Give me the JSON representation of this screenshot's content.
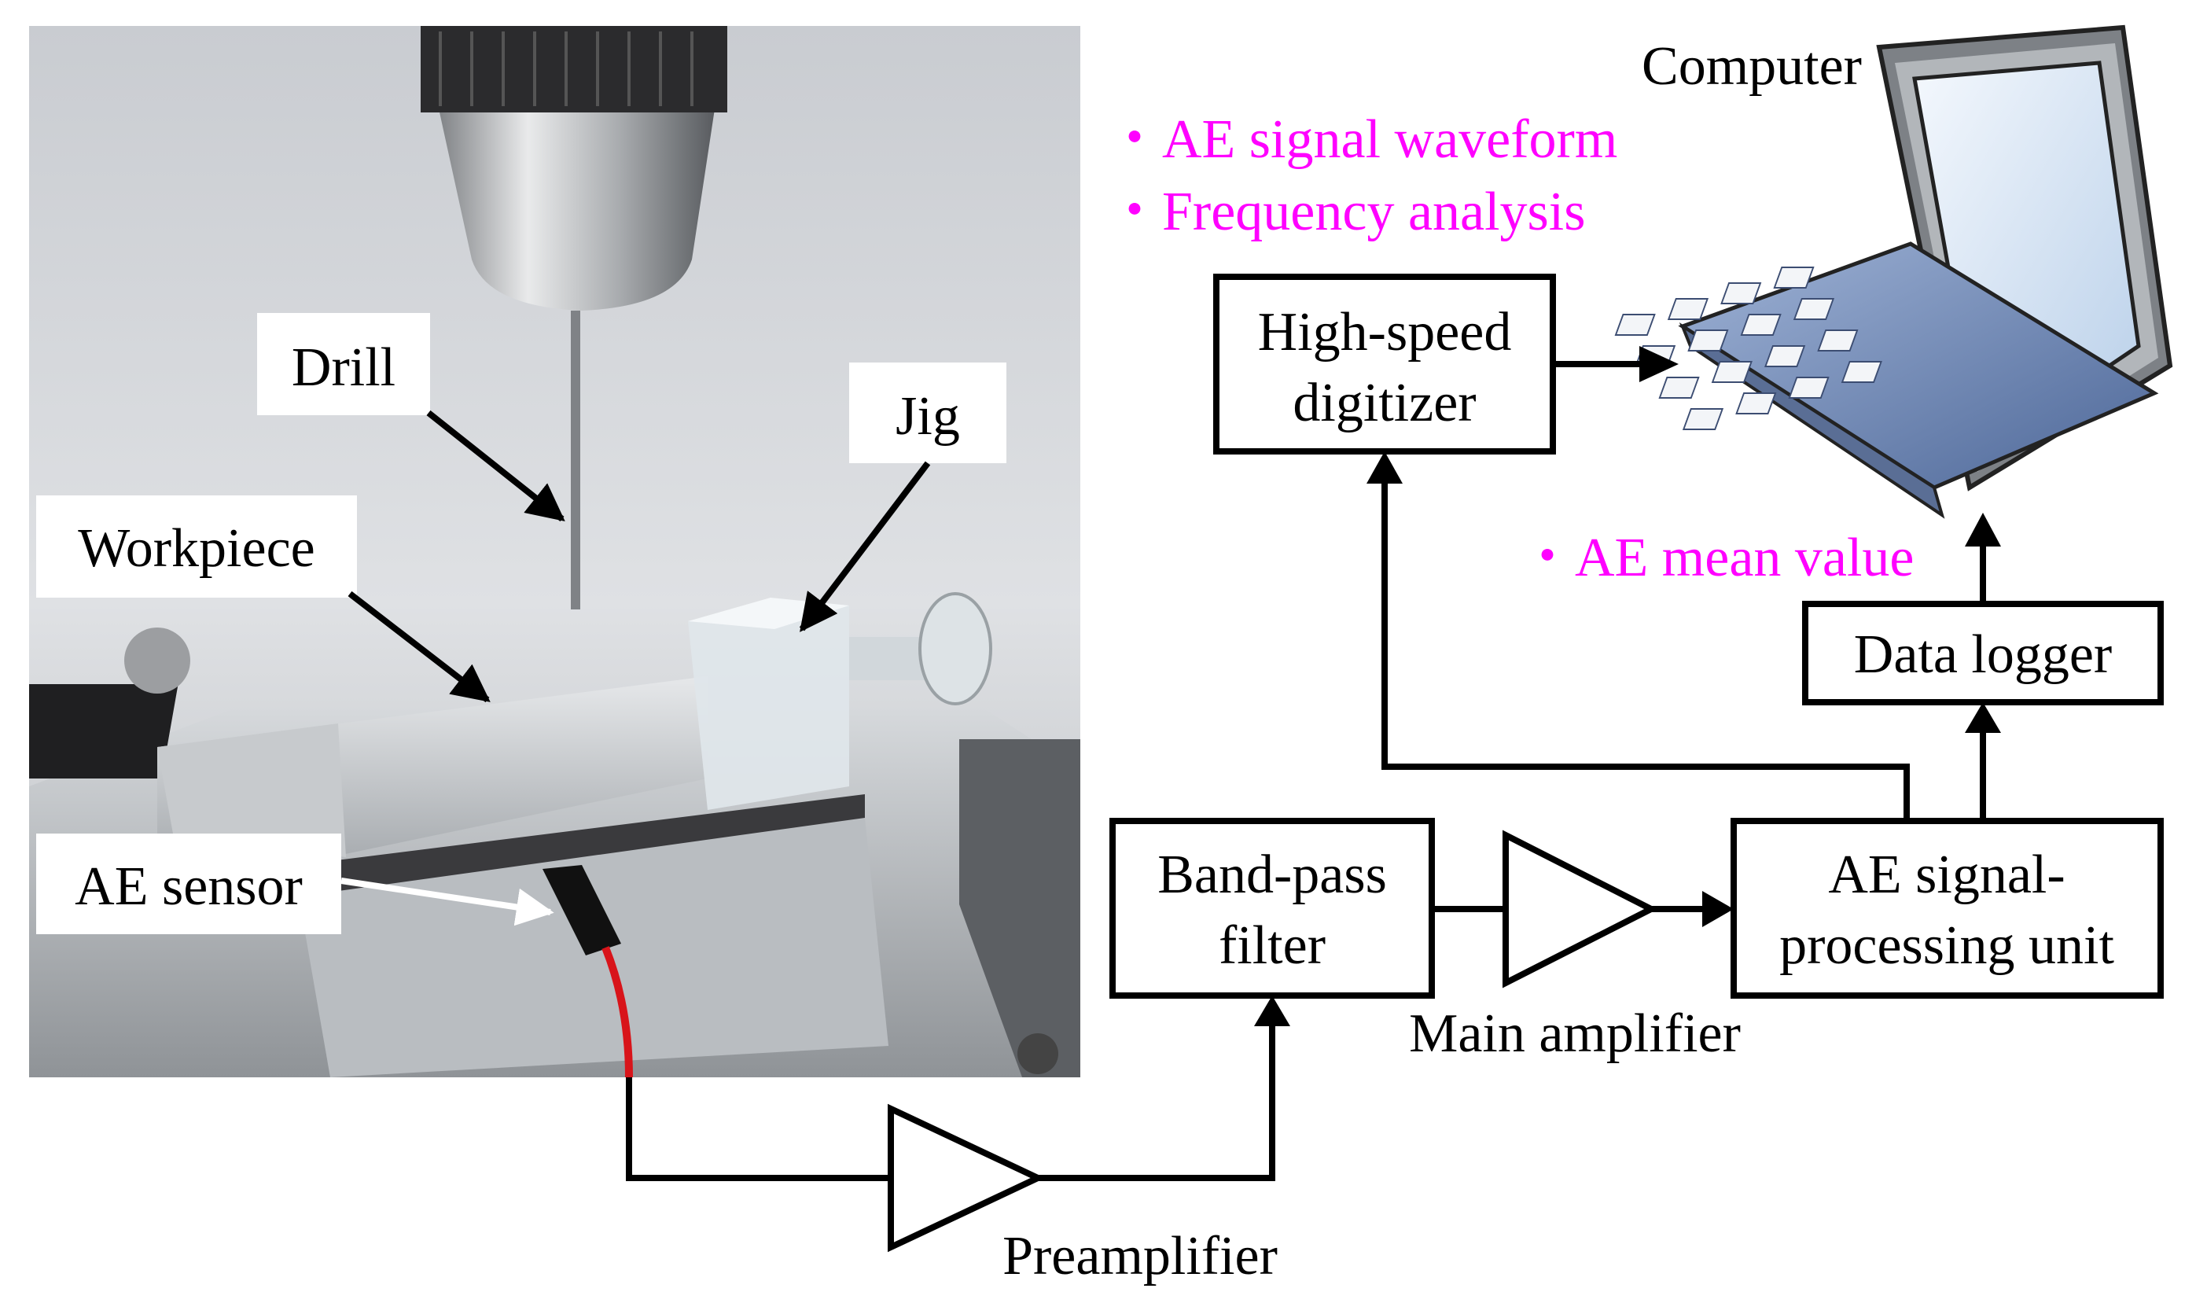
{
  "photo": {
    "labels": {
      "drill": "Drill",
      "jig": "Jig",
      "workpiece": "Workpiece",
      "ae_sensor": "AE sensor"
    }
  },
  "blocks": {
    "computer": "Computer",
    "high_speed_digitizer": [
      "High-speed",
      "digitizer"
    ],
    "data_logger": "Data logger",
    "band_pass_filter": [
      "Band-pass",
      "filter"
    ],
    "ae_processing_unit": [
      "AE signal-",
      "processing unit"
    ],
    "main_amplifier": "Main amplifier",
    "preamplifier": "Preamplifier"
  },
  "outputs": {
    "digitizer": [
      "・AE signal waveform",
      "・Frequency analysis"
    ],
    "data_logger": "・AE mean value"
  },
  "colors": {
    "annotation": "#ff00ff",
    "lines": "#000000",
    "sensor_cable": "#d8141a",
    "screen": "#d7e6f6",
    "keyboard": "#6d88b9"
  }
}
